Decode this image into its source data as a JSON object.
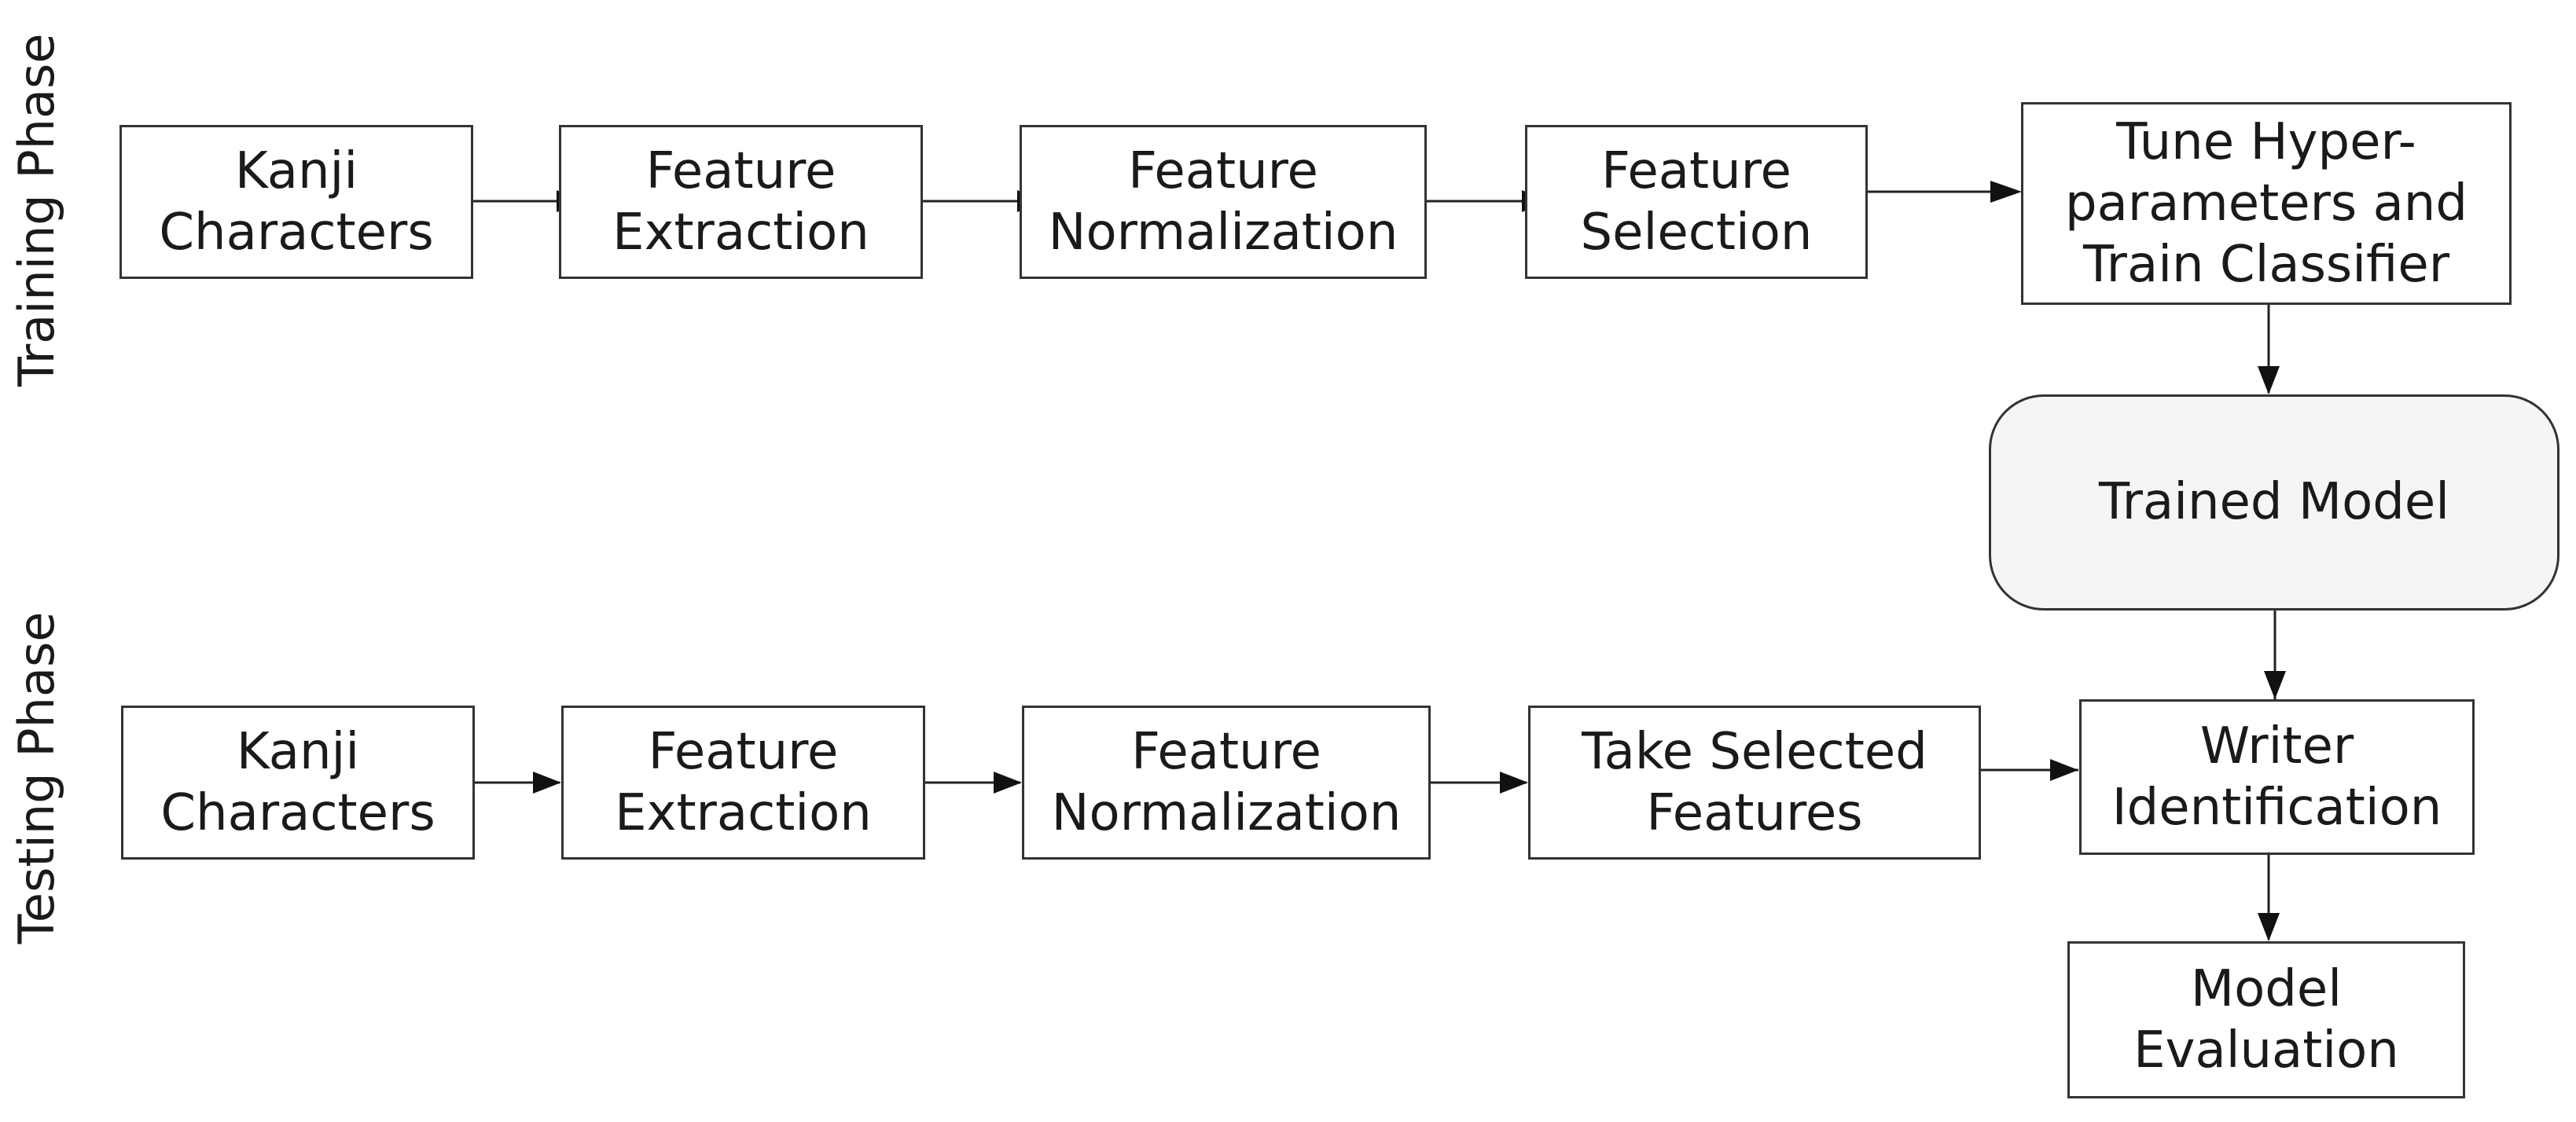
{
  "phases": {
    "training": "Training Phase",
    "testing": "Testing Phase"
  },
  "training_row": [
    {
      "lines": [
        "Kanji",
        "Characters"
      ]
    },
    {
      "lines": [
        "Feature",
        "Extraction"
      ]
    },
    {
      "lines": [
        "Feature",
        "Normalization"
      ]
    },
    {
      "lines": [
        "Feature",
        "Selection"
      ]
    },
    {
      "lines": [
        "Tune Hyper-",
        "parameters and",
        "Train Classifier"
      ]
    }
  ],
  "trained_model": "Trained Model",
  "testing_row": [
    {
      "lines": [
        "Kanji",
        "Characters"
      ]
    },
    {
      "lines": [
        "Feature",
        "Extraction"
      ]
    },
    {
      "lines": [
        "Feature",
        "Normalization"
      ]
    },
    {
      "lines": [
        "Take Selected",
        "Features"
      ]
    },
    {
      "lines": [
        "Writer",
        "Identification"
      ]
    }
  ],
  "model_evaluation": {
    "lines": [
      "Model",
      "Evaluation"
    ]
  }
}
